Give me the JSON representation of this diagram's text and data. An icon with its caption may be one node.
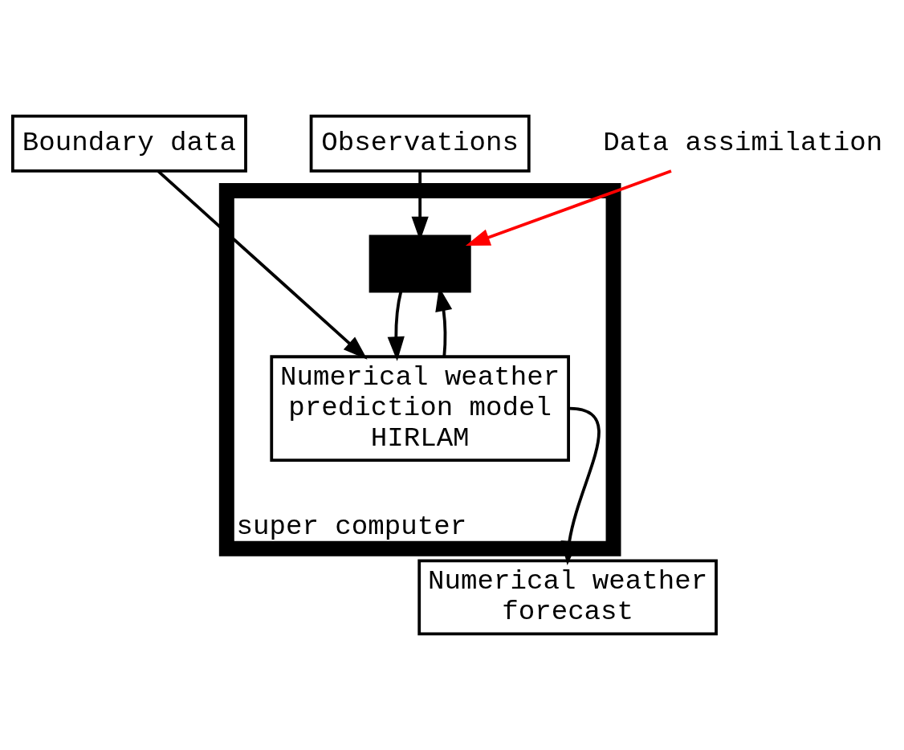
{
  "diagram": {
    "nodes": [
      {
        "text": [
          "Boundary data"
        ]
      },
      {
        "text": [
          "Observations"
        ]
      },
      {
        "text": [
          "Data assimilation"
        ]
      },
      {
        "text": [
          "super computer"
        ]
      },
      {
        "text": [],
        "shape": "box",
        "in": 3
      },
      {
        "text": [
          "Numerical weather prediction model HIRLAM"
        ],
        "in": 3
      },
      {
        "text": [
          "Numerical weather forecast"
        ]
      }
    ],
    "edges": [
      {
        "from": 0,
        "to": 5,
        "arrow": "to"
      },
      {
        "from": 1,
        "to": 4,
        "arrow": "to"
      },
      {
        "from": 2,
        "to": 4,
        "arrow": "to",
        "color": "#ff0000"
      },
      {
        "from": 4,
        "to": 5,
        "arrow": "to"
      },
      {
        "from": 5,
        "to": 4,
        "arrow": "to"
      },
      {
        "from": 5,
        "to": 6,
        "arrow": "to"
      }
    ]
  }
}
